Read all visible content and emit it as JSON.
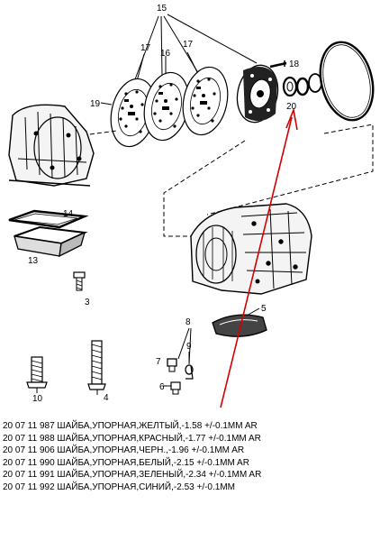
{
  "callouts": {
    "c15": "15",
    "c17a": "17",
    "c16": "16",
    "c17b": "17",
    "c18": "18",
    "c19": "19",
    "c20": "20",
    "c14": "14",
    "c13": "13",
    "c3": "3",
    "c5": "5",
    "c8": "8",
    "c9": "9",
    "c7": "7",
    "c6": "6",
    "c10": "10",
    "c4": "4"
  },
  "colors": {
    "line": "#000000",
    "highlight": "#d40000",
    "paper": "#ffffff"
  },
  "parts": [
    {
      "line": "20  07 11 987 ШАЙБА,УПОРНАЯ,ЖЕЛТЫЙ,-1.58 +/-0.1MM  AR"
    },
    {
      "line": "20  07 11 988 ШАЙБА,УПОРНАЯ,КРАСНЫЙ,-1.77 +/-0.1MM  AR"
    },
    {
      "line": "20  07 11 906 ШАЙБА,УПОРНАЯ,ЧЕРН.,-1.96 +/-0.1MM  AR"
    },
    {
      "line": "20  07 11 990 ШАЙБА,УПОРНАЯ,БЕЛЫЙ,-2.15 +/-0.1MM  AR"
    },
    {
      "line": "20  07 11 991 ШАЙБА,УПОРНАЯ,ЗЕЛЕНЫЙ,-2.34 +/-0.1MM  AR"
    },
    {
      "line": "20  07 11 992 ШАЙБА,УПОРНАЯ,СИНИЙ,-2.53 +/-0.1MM"
    }
  ]
}
